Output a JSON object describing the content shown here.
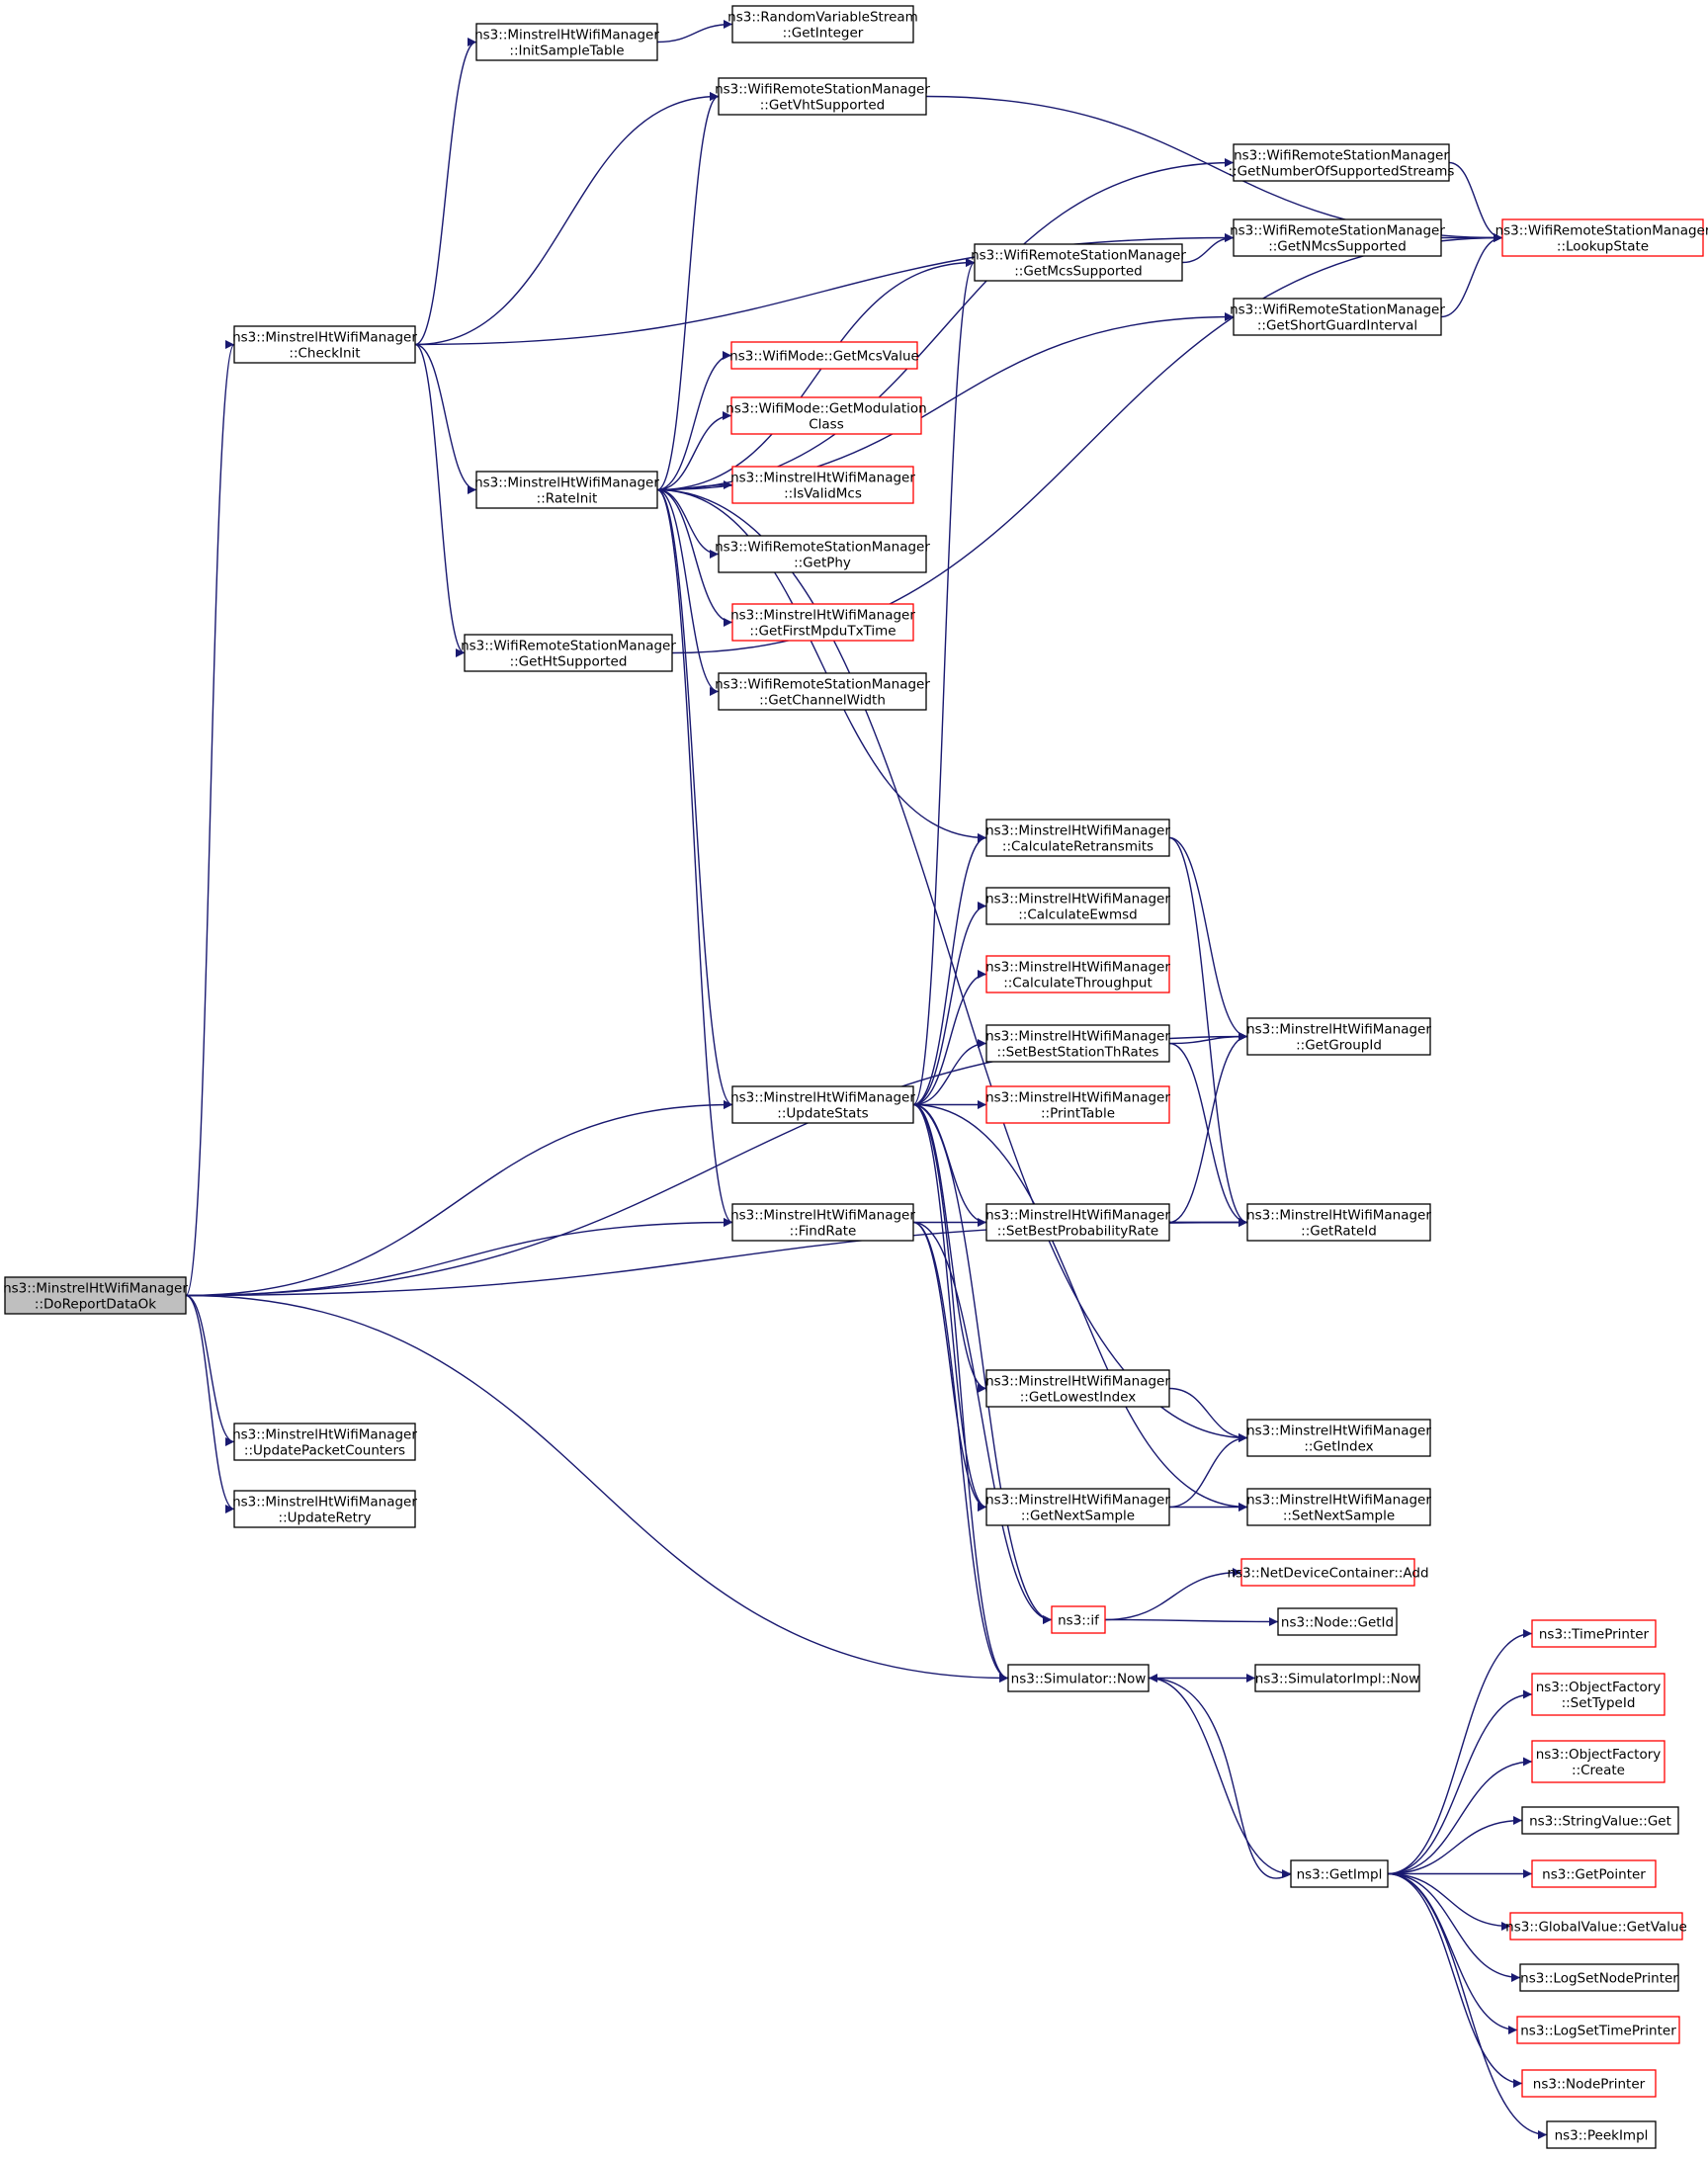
{
  "colors": {
    "edge": "#191970",
    "normal_border": "#000000",
    "truncated_border": "#ff0000",
    "current_fill": "#bfbfbf"
  },
  "nodes": [
    {
      "id": "DoReportDataOk",
      "lines": [
        "ns3::MinstrelHtWifiManager",
        "::DoReportDataOk"
      ],
      "style": "current"
    },
    {
      "id": "CheckInit",
      "lines": [
        "ns3::MinstrelHtWifiManager",
        "::CheckInit"
      ],
      "style": "normal"
    },
    {
      "id": "InitSampleTable",
      "lines": [
        "ns3::MinstrelHtWifiManager",
        "::InitSampleTable"
      ],
      "style": "normal"
    },
    {
      "id": "RVSGetInteger",
      "lines": [
        "ns3::RandomVariableStream",
        "::GetInteger"
      ],
      "style": "normal"
    },
    {
      "id": "GetVhtSupported",
      "lines": [
        "ns3::WifiRemoteStationManager",
        "::GetVhtSupported"
      ],
      "style": "normal"
    },
    {
      "id": "GetNumberOfSupportedStreams",
      "lines": [
        "ns3::WifiRemoteStationManager",
        "::GetNumberOfSupportedStreams"
      ],
      "style": "normal"
    },
    {
      "id": "LookupState",
      "lines": [
        "ns3::WifiRemoteStationManager",
        "::LookupState"
      ],
      "style": "red"
    },
    {
      "id": "GetNMcsSupported",
      "lines": [
        "ns3::WifiRemoteStationManager",
        "::GetNMcsSupported"
      ],
      "style": "normal"
    },
    {
      "id": "GetMcsSupported",
      "lines": [
        "ns3::WifiRemoteStationManager",
        "::GetMcsSupported"
      ],
      "style": "normal"
    },
    {
      "id": "GetShortGuardInterval",
      "lines": [
        "ns3::WifiRemoteStationManager",
        "::GetShortGuardInterval"
      ],
      "style": "normal"
    },
    {
      "id": "GetMcsValue",
      "lines": [
        "ns3::WifiMode::GetMcsValue"
      ],
      "style": "red"
    },
    {
      "id": "GetModulationClass",
      "lines": [
        "ns3::WifiMode::GetModulation",
        "Class"
      ],
      "style": "red"
    },
    {
      "id": "RateInit",
      "lines": [
        "ns3::MinstrelHtWifiManager",
        "::RateInit"
      ],
      "style": "normal"
    },
    {
      "id": "IsValidMcs",
      "lines": [
        "ns3::MinstrelHtWifiManager",
        "::IsValidMcs"
      ],
      "style": "red"
    },
    {
      "id": "GetPhy",
      "lines": [
        "ns3::WifiRemoteStationManager",
        "::GetPhy"
      ],
      "style": "normal"
    },
    {
      "id": "GetFirstMpduTxTime",
      "lines": [
        "ns3::MinstrelHtWifiManager",
        "::GetFirstMpduTxTime"
      ],
      "style": "red"
    },
    {
      "id": "GetHtSupported",
      "lines": [
        "ns3::WifiRemoteStationManager",
        "::GetHtSupported"
      ],
      "style": "normal"
    },
    {
      "id": "GetChannelWidth",
      "lines": [
        "ns3::WifiRemoteStationManager",
        "::GetChannelWidth"
      ],
      "style": "normal"
    },
    {
      "id": "CalculateRetransmits",
      "lines": [
        "ns3::MinstrelHtWifiManager",
        "::CalculateRetransmits"
      ],
      "style": "normal"
    },
    {
      "id": "CalculateEwmsd",
      "lines": [
        "ns3::MinstrelHtWifiManager",
        "::CalculateEwmsd"
      ],
      "style": "normal"
    },
    {
      "id": "CalculateThroughput",
      "lines": [
        "ns3::MinstrelHtWifiManager",
        "::CalculateThroughput"
      ],
      "style": "red"
    },
    {
      "id": "SetBestStationThRates",
      "lines": [
        "ns3::MinstrelHtWifiManager",
        "::SetBestStationThRates"
      ],
      "style": "normal"
    },
    {
      "id": "GetGroupId",
      "lines": [
        "ns3::MinstrelHtWifiManager",
        "::GetGroupId"
      ],
      "style": "normal"
    },
    {
      "id": "UpdateStats",
      "lines": [
        "ns3::MinstrelHtWifiManager",
        "::UpdateStats"
      ],
      "style": "normal"
    },
    {
      "id": "PrintTable",
      "lines": [
        "ns3::MinstrelHtWifiManager",
        "::PrintTable"
      ],
      "style": "red"
    },
    {
      "id": "FindRate",
      "lines": [
        "ns3::MinstrelHtWifiManager",
        "::FindRate"
      ],
      "style": "normal"
    },
    {
      "id": "SetBestProbabilityRate",
      "lines": [
        "ns3::MinstrelHtWifiManager",
        "::SetBestProbabilityRate"
      ],
      "style": "normal"
    },
    {
      "id": "GetRateId",
      "lines": [
        "ns3::MinstrelHtWifiManager",
        "::GetRateId"
      ],
      "style": "normal"
    },
    {
      "id": "GetLowestIndex",
      "lines": [
        "ns3::MinstrelHtWifiManager",
        "::GetLowestIndex"
      ],
      "style": "normal"
    },
    {
      "id": "GetIndex",
      "lines": [
        "ns3::MinstrelHtWifiManager",
        "::GetIndex"
      ],
      "style": "normal"
    },
    {
      "id": "UpdatePacketCounters",
      "lines": [
        "ns3::MinstrelHtWifiManager",
        "::UpdatePacketCounters"
      ],
      "style": "normal"
    },
    {
      "id": "UpdateRetry",
      "lines": [
        "ns3::MinstrelHtWifiManager",
        "::UpdateRetry"
      ],
      "style": "normal"
    },
    {
      "id": "GetNextSample",
      "lines": [
        "ns3::MinstrelHtWifiManager",
        "::GetNextSample"
      ],
      "style": "normal"
    },
    {
      "id": "SetNextSample",
      "lines": [
        "ns3::MinstrelHtWifiManager",
        "::SetNextSample"
      ],
      "style": "normal"
    },
    {
      "id": "NDCAdd",
      "lines": [
        "ns3::NetDeviceContainer::Add"
      ],
      "style": "red"
    },
    {
      "id": "if",
      "lines": [
        "ns3::if"
      ],
      "style": "red"
    },
    {
      "id": "NodeGetId",
      "lines": [
        "ns3::Node::GetId"
      ],
      "style": "normal"
    },
    {
      "id": "SimulatorNow",
      "lines": [
        "ns3::Simulator::Now"
      ],
      "style": "normal"
    },
    {
      "id": "SimulatorImplNow",
      "lines": [
        "ns3::SimulatorImpl::Now"
      ],
      "style": "normal"
    },
    {
      "id": "TimePrinter",
      "lines": [
        "ns3::TimePrinter"
      ],
      "style": "red"
    },
    {
      "id": "SetTypeId",
      "lines": [
        "ns3::ObjectFactory",
        "::SetTypeId"
      ],
      "style": "red"
    },
    {
      "id": "OFCreate",
      "lines": [
        "ns3::ObjectFactory",
        "::Create"
      ],
      "style": "red"
    },
    {
      "id": "StringValueGet",
      "lines": [
        "ns3::StringValue::Get"
      ],
      "style": "normal"
    },
    {
      "id": "GetImpl",
      "lines": [
        "ns3::GetImpl"
      ],
      "style": "normal"
    },
    {
      "id": "GetPointer",
      "lines": [
        "ns3::GetPointer"
      ],
      "style": "red"
    },
    {
      "id": "GlobalValueGetValue",
      "lines": [
        "ns3::GlobalValue::GetValue"
      ],
      "style": "red"
    },
    {
      "id": "LogSetNodePrinter",
      "lines": [
        "ns3::LogSetNodePrinter"
      ],
      "style": "normal"
    },
    {
      "id": "LogSetTimePrinter",
      "lines": [
        "ns3::LogSetTimePrinter"
      ],
      "style": "red"
    },
    {
      "id": "NodePrinter",
      "lines": [
        "ns3::NodePrinter"
      ],
      "style": "red"
    },
    {
      "id": "PeekImpl",
      "lines": [
        "ns3::PeekImpl"
      ],
      "style": "normal"
    }
  ],
  "edges": [
    [
      "DoReportDataOk",
      "CheckInit"
    ],
    [
      "DoReportDataOk",
      "UpdateStats"
    ],
    [
      "DoReportDataOk",
      "FindRate"
    ],
    [
      "DoReportDataOk",
      "GetGroupId"
    ],
    [
      "DoReportDataOk",
      "GetRateId"
    ],
    [
      "DoReportDataOk",
      "UpdatePacketCounters"
    ],
    [
      "DoReportDataOk",
      "UpdateRetry"
    ],
    [
      "DoReportDataOk",
      "SimulatorNow"
    ],
    [
      "CheckInit",
      "InitSampleTable"
    ],
    [
      "CheckInit",
      "GetVhtSupported"
    ],
    [
      "CheckInit",
      "GetNMcsSupported"
    ],
    [
      "CheckInit",
      "RateInit"
    ],
    [
      "CheckInit",
      "GetHtSupported"
    ],
    [
      "InitSampleTable",
      "RVSGetInteger"
    ],
    [
      "GetVhtSupported",
      "LookupState"
    ],
    [
      "GetNumberOfSupportedStreams",
      "LookupState"
    ],
    [
      "GetNMcsSupported",
      "LookupState"
    ],
    [
      "GetShortGuardInterval",
      "LookupState"
    ],
    [
      "GetMcsSupported",
      "GetNMcsSupported"
    ],
    [
      "GetHtSupported",
      "LookupState"
    ],
    [
      "RateInit",
      "GetVhtSupported"
    ],
    [
      "RateInit",
      "GetNumberOfSupportedStreams"
    ],
    [
      "RateInit",
      "GetMcsSupported"
    ],
    [
      "RateInit",
      "GetShortGuardInterval"
    ],
    [
      "RateInit",
      "GetMcsValue"
    ],
    [
      "RateInit",
      "GetModulationClass"
    ],
    [
      "RateInit",
      "IsValidMcs"
    ],
    [
      "RateInit",
      "GetPhy"
    ],
    [
      "RateInit",
      "GetFirstMpduTxTime"
    ],
    [
      "RateInit",
      "GetChannelWidth"
    ],
    [
      "RateInit",
      "CalculateRetransmits"
    ],
    [
      "RateInit",
      "UpdateStats"
    ],
    [
      "RateInit",
      "FindRate"
    ],
    [
      "RateInit",
      "GetIndex"
    ],
    [
      "UpdateStats",
      "GetMcsSupported"
    ],
    [
      "UpdateStats",
      "CalculateRetransmits"
    ],
    [
      "UpdateStats",
      "CalculateEwmsd"
    ],
    [
      "UpdateStats",
      "CalculateThroughput"
    ],
    [
      "UpdateStats",
      "SetBestStationThRates"
    ],
    [
      "UpdateStats",
      "PrintTable"
    ],
    [
      "UpdateStats",
      "SetBestProbabilityRate"
    ],
    [
      "UpdateStats",
      "GetLowestIndex"
    ],
    [
      "UpdateStats",
      "GetNextSample"
    ],
    [
      "UpdateStats",
      "SetNextSample"
    ],
    [
      "UpdateStats",
      "if"
    ],
    [
      "UpdateStats",
      "SimulatorNow"
    ],
    [
      "CalculateRetransmits",
      "GetGroupId"
    ],
    [
      "CalculateRetransmits",
      "GetRateId"
    ],
    [
      "SetBestStationThRates",
      "GetGroupId"
    ],
    [
      "SetBestStationThRates",
      "GetRateId"
    ],
    [
      "SetBestProbabilityRate",
      "GetGroupId"
    ],
    [
      "SetBestProbabilityRate",
      "GetRateId"
    ],
    [
      "FindRate",
      "GetRateId"
    ],
    [
      "FindRate",
      "GetNextSample"
    ],
    [
      "FindRate",
      "if"
    ],
    [
      "FindRate",
      "SimulatorNow"
    ],
    [
      "GetLowestIndex",
      "GetIndex"
    ],
    [
      "GetNextSample",
      "GetIndex"
    ],
    [
      "GetNextSample",
      "SetNextSample"
    ],
    [
      "if",
      "NDCAdd"
    ],
    [
      "if",
      "NodeGetId"
    ],
    [
      "SimulatorNow",
      "SimulatorImplNow"
    ],
    [
      "SimulatorNow",
      "GetImpl"
    ],
    [
      "GetImpl",
      "SimulatorNow"
    ],
    [
      "GetImpl",
      "TimePrinter"
    ],
    [
      "GetImpl",
      "SetTypeId"
    ],
    [
      "GetImpl",
      "OFCreate"
    ],
    [
      "GetImpl",
      "StringValueGet"
    ],
    [
      "GetImpl",
      "GetPointer"
    ],
    [
      "GetImpl",
      "GlobalValueGetValue"
    ],
    [
      "GetImpl",
      "LogSetNodePrinter"
    ],
    [
      "GetImpl",
      "LogSetTimePrinter"
    ],
    [
      "GetImpl",
      "NodePrinter"
    ],
    [
      "GetImpl",
      "PeekImpl"
    ]
  ]
}
